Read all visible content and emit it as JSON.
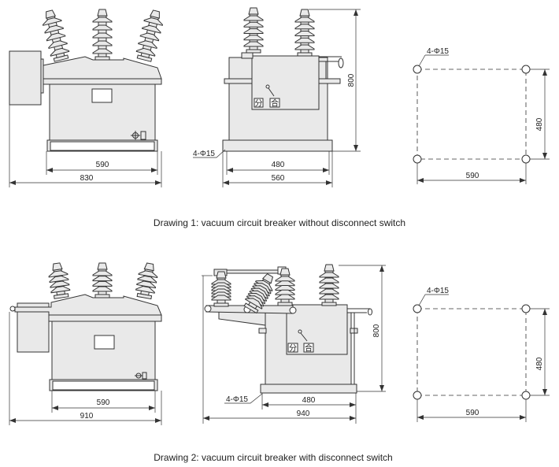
{
  "drawing1": {
    "caption": "Drawing 1: vacuum circuit breaker without disconnect switch",
    "front": {
      "dim_inner": "590",
      "dim_outer": "830"
    },
    "side": {
      "dim_inner": "480",
      "dim_outer": "560",
      "dim_height": "800",
      "hole_label": "4-Φ15",
      "open_label": "分",
      "close_label": "合"
    },
    "plan": {
      "hole_label": "4-Φ15",
      "dim_height": "480",
      "dim_width": "590"
    }
  },
  "drawing2": {
    "caption": "Drawing 2: vacuum circuit breaker with disconnect switch",
    "front": {
      "dim_inner": "590",
      "dim_outer": "910"
    },
    "side": {
      "dim_inner": "480",
      "dim_outer": "940",
      "dim_height": "800",
      "hole_label": "4-Φ15",
      "open_label": "分",
      "close_label": "合"
    },
    "plan": {
      "hole_label": "4-Φ15",
      "dim_height": "480",
      "dim_width": "590"
    }
  }
}
